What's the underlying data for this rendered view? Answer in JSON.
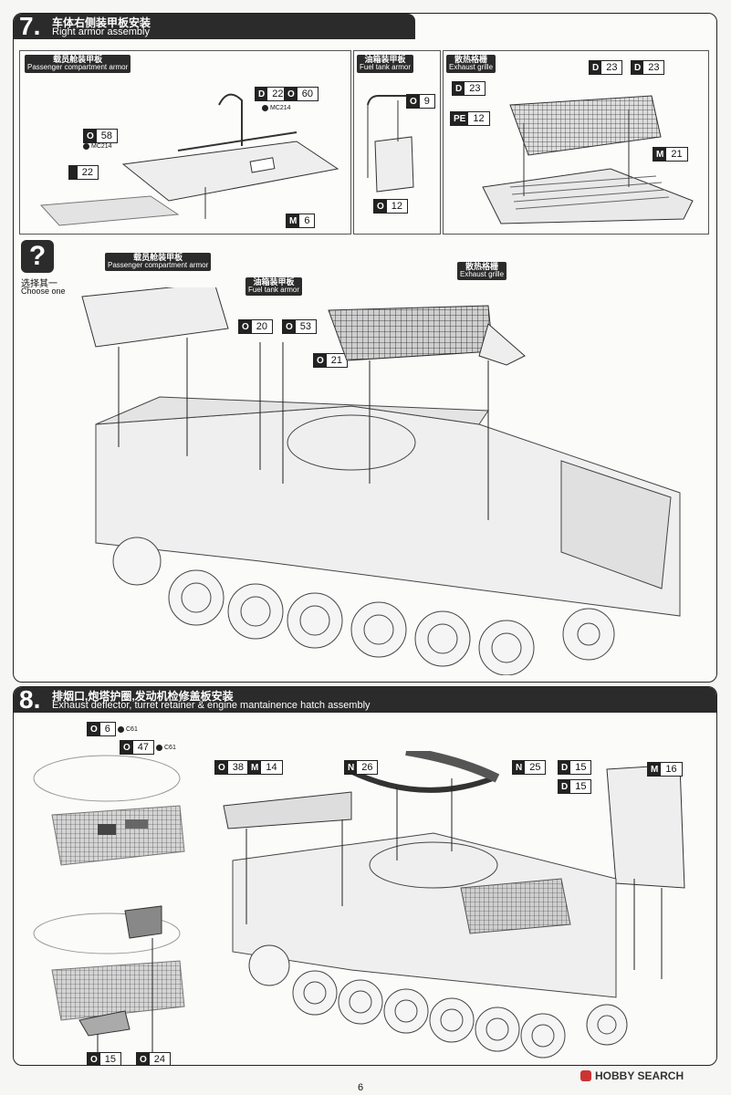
{
  "step7": {
    "number": "7.",
    "title_cn": "车体右侧装甲板安装",
    "title_en": "Right armor assembly",
    "sub_passenger": {
      "cn": "载员舱装甲板",
      "en": "Passenger compartment armor"
    },
    "sub_fuel": {
      "cn": "油箱装甲板",
      "en": "Fuel tank armor"
    },
    "sub_exhaust": {
      "cn": "散热格栅",
      "en": "Exhaust grille"
    },
    "tags_top": [
      {
        "letter": "D",
        "num": "22"
      },
      {
        "letter": "O",
        "num": "60"
      },
      {
        "letter": "O",
        "num": "58"
      },
      {
        "letter": "M",
        "num": "6"
      },
      {
        "letter": "O",
        "num": "9"
      },
      {
        "letter": "O",
        "num": "12"
      },
      {
        "letter": "D",
        "num": "23"
      },
      {
        "letter": "D",
        "num": "23"
      },
      {
        "letter": "D",
        "num": "23"
      },
      {
        "letter": "PE",
        "num": "12"
      },
      {
        "letter": "M",
        "num": "21"
      }
    ],
    "mc_label": "MC214",
    "mc_label2": "MC214",
    "plain_22": "22",
    "choose_cn": "选择其一",
    "choose_en": "Choose one",
    "question": "?",
    "tags_main": [
      {
        "letter": "O",
        "num": "20"
      },
      {
        "letter": "O",
        "num": "53"
      },
      {
        "letter": "O",
        "num": "21"
      }
    ]
  },
  "step8": {
    "number": "8.",
    "title_cn": "排烟口,炮塔护圈,发动机检修盖板安装",
    "title_en": "Exhaust deflector, turret retainer & engine mantainence hatch assembly",
    "tags": [
      {
        "letter": "O",
        "num": "6"
      },
      {
        "letter": "O",
        "num": "47"
      },
      {
        "letter": "O",
        "num": "38"
      },
      {
        "letter": "M",
        "num": "14"
      },
      {
        "letter": "N",
        "num": "26"
      },
      {
        "letter": "N",
        "num": "25"
      },
      {
        "letter": "D",
        "num": "15"
      },
      {
        "letter": "D",
        "num": "15"
      },
      {
        "letter": "M",
        "num": "16"
      },
      {
        "letter": "O",
        "num": "15"
      },
      {
        "letter": "O",
        "num": "24"
      }
    ],
    "c61": "C61",
    "c61b": "C61"
  },
  "page_number": "6",
  "watermark": "HOBBY SEARCH"
}
